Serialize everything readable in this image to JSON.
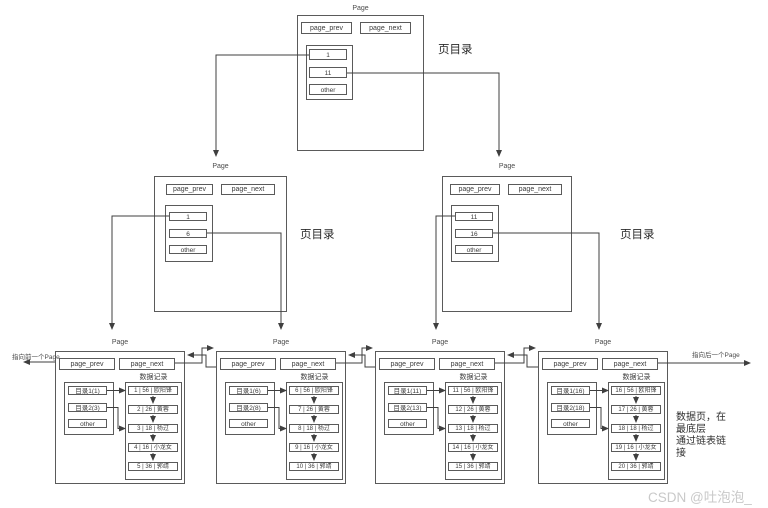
{
  "common": {
    "page_title": "Page",
    "page_prev": "page_prev",
    "page_next": "page_next",
    "page_directory_label": "页目录",
    "data_records_label": "数据记录"
  },
  "annotations": {
    "prev_pointer": "指向前一个Page",
    "next_pointer": "指向后一个Page",
    "bottom_right_note": [
      "数据页，在",
      "最底层",
      "通过链表链",
      "接"
    ]
  },
  "watermark": "CSDN @吐泡泡_",
  "root_page": {
    "entries": [
      "1",
      "11",
      "other"
    ]
  },
  "internal_pages": [
    {
      "entries": [
        "1",
        "6",
        "other"
      ]
    },
    {
      "entries": [
        "11",
        "16",
        "other"
      ]
    }
  ],
  "leaf_pages": [
    {
      "directory": [
        "目录1(1)",
        "目录2(3)",
        "other"
      ],
      "records": [
        "1 | 56 | 欧阳锋",
        "2 | 26 | 黄蓉",
        "3 | 18 | 杨过",
        "4 | 16 | 小龙女",
        "5 | 36 | 郭靖"
      ]
    },
    {
      "directory": [
        "目录1(6)",
        "目录2(8)",
        "other"
      ],
      "records": [
        "6 | 56 | 欧阳锋",
        "7 | 26 | 黄蓉",
        "8 | 18 | 杨过",
        "9 | 16 | 小龙女",
        "10 | 36 | 郭靖"
      ]
    },
    {
      "directory": [
        "目录1(11)",
        "目录2(13)",
        "other"
      ],
      "records": [
        "11 | 56 | 欧阳锋",
        "12 | 26 | 黄蓉",
        "13 | 18 | 杨过",
        "14 | 16 | 小龙女",
        "15 | 36 | 郭靖"
      ]
    },
    {
      "directory": [
        "目录1(16)",
        "目录2(18)",
        "other"
      ],
      "records": [
        "16 | 56 | 欧阳锋",
        "17 | 26 | 黄蓉",
        "18 | 18 | 杨过",
        "19 | 16 | 小龙女",
        "20 | 36 | 郭靖"
      ]
    }
  ],
  "colors": {
    "line": "#3f3f3f",
    "box_border": "#5a5a5a",
    "text": "#333333",
    "watermark": "#c9c9c9"
  }
}
